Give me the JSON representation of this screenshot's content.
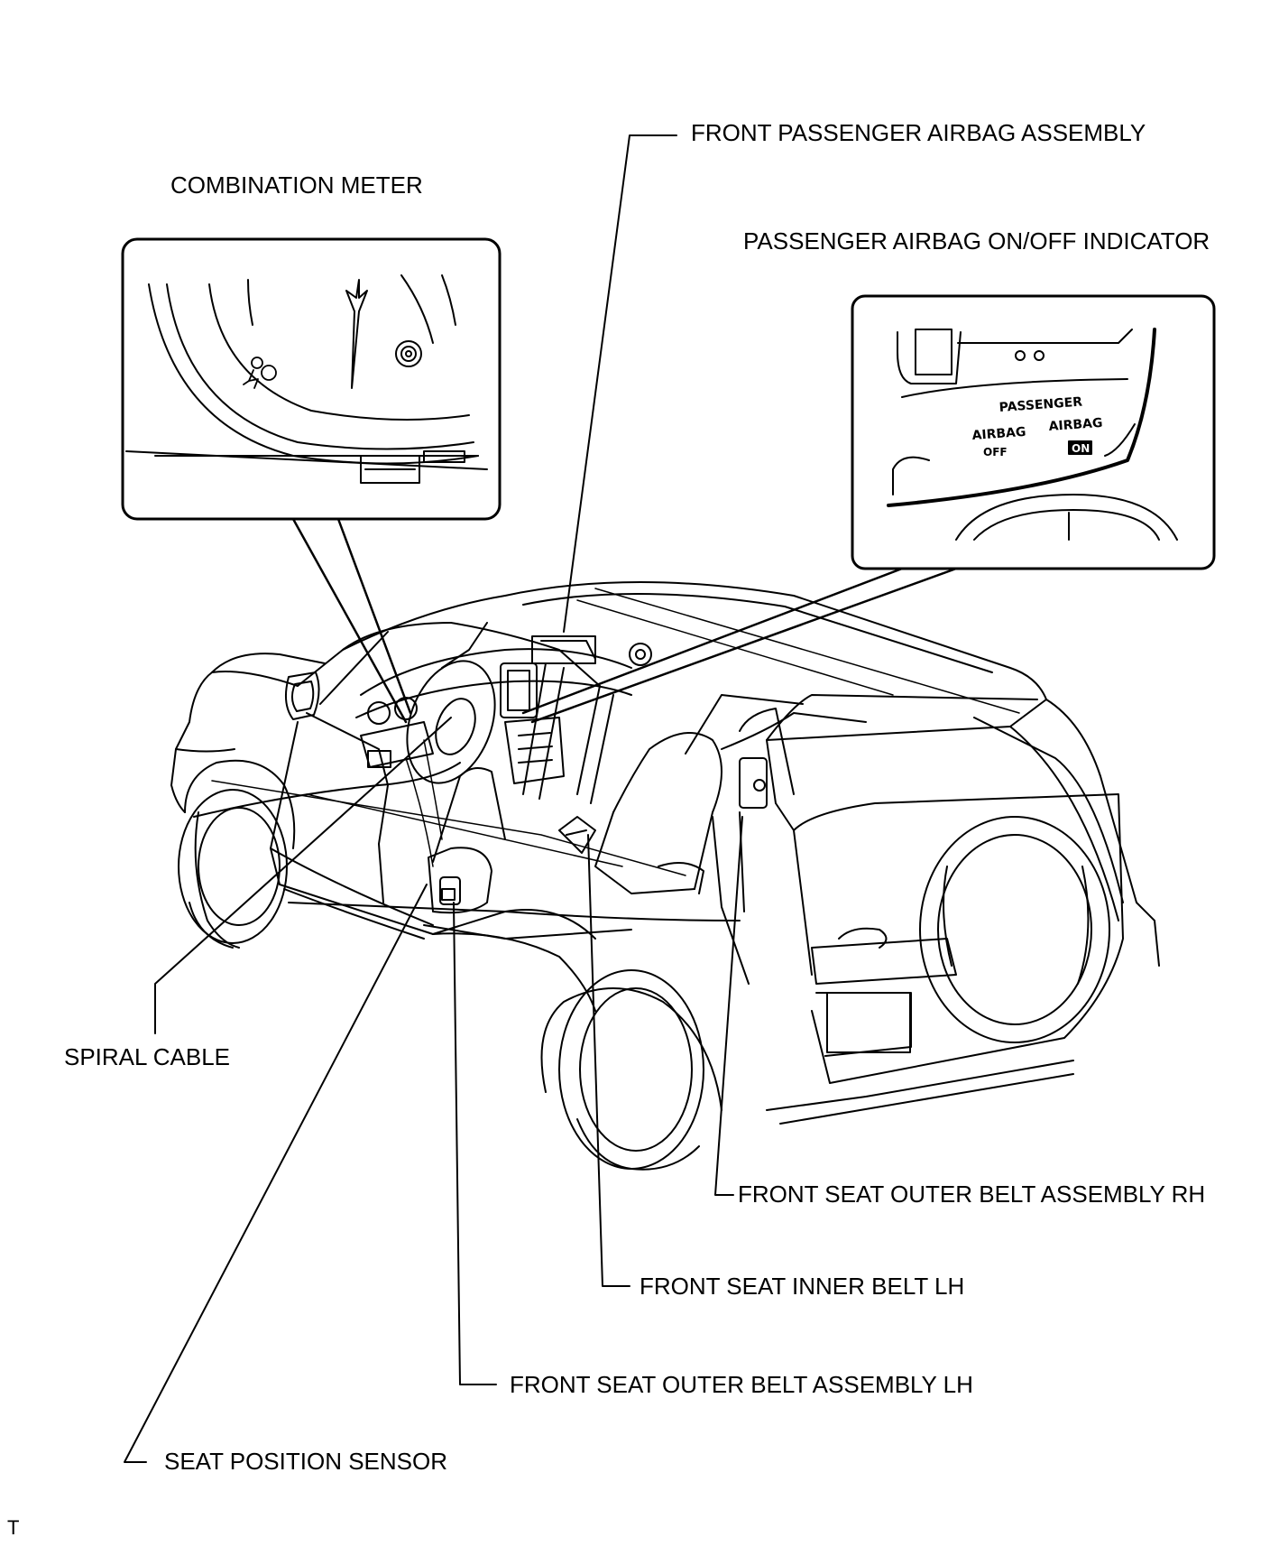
{
  "labels": {
    "front_passenger_airbag": "FRONT PASSENGER AIRBAG ASSEMBLY",
    "combination_meter": "COMBINATION METER",
    "passenger_airbag_indicator": "PASSENGER AIRBAG ON/OFF INDICATOR",
    "spiral_cable": "SPIRAL CABLE",
    "front_seat_outer_belt_rh": "FRONT SEAT OUTER BELT ASSEMBLY RH",
    "front_seat_inner_belt_lh": "FRONT SEAT INNER BELT LH",
    "front_seat_outer_belt_lh": "FRONT SEAT OUTER BELT ASSEMBLY LH",
    "seat_position_sensor": "SEAT POSITION SENSOR"
  },
  "indicator_panel": {
    "passenger": "PASSENGER",
    "airbag_left": "AIRBAG",
    "off": "OFF",
    "airbag_right": "AIRBAG",
    "on": "ON"
  },
  "corner_mark": "T"
}
